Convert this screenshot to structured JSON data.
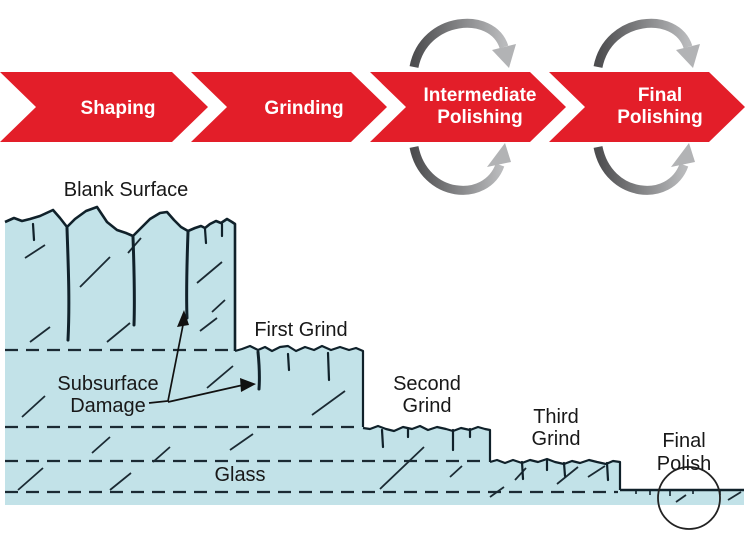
{
  "title": "Optical fabrication process diagram",
  "colors": {
    "accent_red": "#e31e29",
    "glass_fill": "#c2e2e8",
    "outline_dark": "#1b2a33",
    "rotation_arrow_dark": "#4d4d4f",
    "rotation_arrow_light": "#b9babc",
    "label_text": "#181818",
    "chevron_text": "#ffffff"
  },
  "process_bar": {
    "steps": [
      {
        "label_lines": [
          "Shaping"
        ],
        "iterative": false
      },
      {
        "label_lines": [
          "Grinding"
        ],
        "iterative": false
      },
      {
        "label_lines": [
          "Intermediate",
          "Polishing"
        ],
        "iterative": true
      },
      {
        "label_lines": [
          "Final",
          "Polishing"
        ],
        "iterative": true
      }
    ]
  },
  "diagram": {
    "labels": {
      "blank_surface": "Blank Surface",
      "first_grind": "First Grind",
      "subsurface_damage_line1": "Subsurface",
      "subsurface_damage_line2": "Damage",
      "second_grind_line1": "Second",
      "second_grind_line2": "Grind",
      "third_grind_line1": "Third",
      "third_grind_line2": "Grind",
      "final_polish_line1": "Final",
      "final_polish_line2": "Polish",
      "glass": "Glass"
    }
  }
}
